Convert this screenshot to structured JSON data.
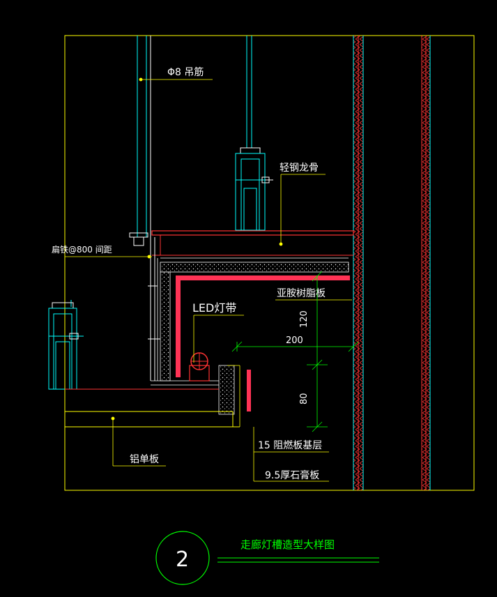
{
  "labels": {
    "hanger_bar": "Φ8 吊筋",
    "light_steel_keel": "轻钢龙骨",
    "flat_iron": "扁铁@800 间距",
    "resin_panel": "亚胺树脂板",
    "led_strip": "LED灯带",
    "aluminum_panel": "铝单板",
    "fire_board": "15 阻燃板基层",
    "gypsum_board": "9.5厚石膏板"
  },
  "dimensions": {
    "d120": "120",
    "d200": "200",
    "d80": "80"
  },
  "detail": {
    "number": "2",
    "title": "走廊灯槽造型大样图"
  },
  "colors": {
    "background": "#000000",
    "frame": "#ffff00",
    "cyan": "#00ffff",
    "red": "#ff3333",
    "pink": "#ff3355",
    "green": "#00ff00",
    "white": "#ffffff"
  }
}
